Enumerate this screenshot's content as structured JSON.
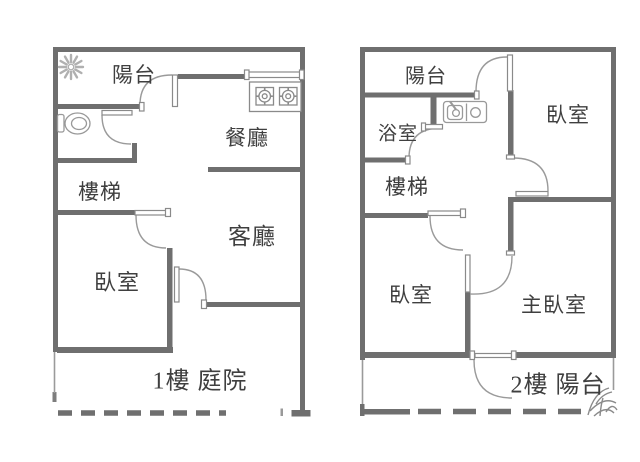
{
  "image": {
    "kind": "real-estate floor plan, two storeys side by side",
    "background_color": "#ffffff",
    "wall_color": "#6f6f6f",
    "fixture_line_color": "#9a9a9a",
    "text_color": "#3f3f3f"
  },
  "left_plan": {
    "caption": "1樓 庭院",
    "rooms": {
      "balcony": "陽台",
      "dining": "餐廳",
      "stairs": "樓梯",
      "living": "客廳",
      "bedroom": "臥室"
    },
    "icons": [
      "exhaust-fan",
      "toilet",
      "stove-two-burners",
      "window"
    ]
  },
  "right_plan": {
    "caption": "2樓 陽台",
    "rooms": {
      "balcony": "陽台",
      "bathroom": "浴室",
      "bedroom_upper": "臥室",
      "stairs": "樓梯",
      "bedroom_lower": "臥室",
      "master_bedroom": "主臥室"
    },
    "icons": [
      "double-sink",
      "plant"
    ]
  }
}
